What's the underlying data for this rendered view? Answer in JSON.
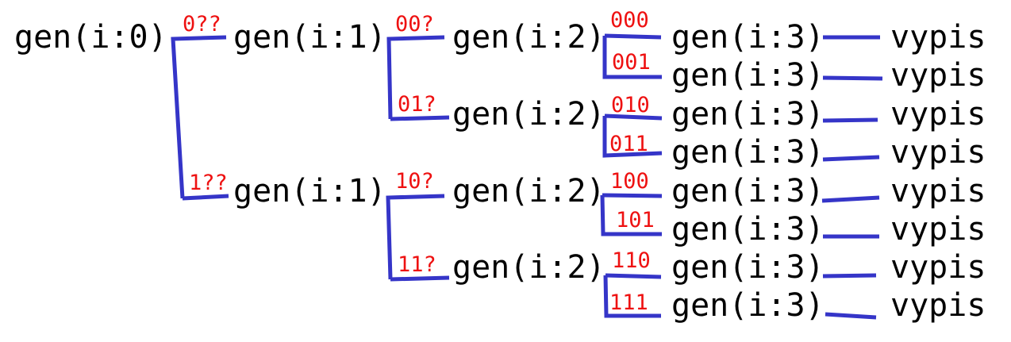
{
  "colors": {
    "edge": "#3535c8",
    "label": "#ee1111",
    "text": "#000000"
  },
  "nodes": [
    {
      "id": "root",
      "text": "gen(i:0)"
    },
    {
      "id": "n0",
      "text": "gen(i:1)"
    },
    {
      "id": "n1",
      "text": "gen(i:1)"
    },
    {
      "id": "n00",
      "text": "gen(i:2)"
    },
    {
      "id": "n01",
      "text": "gen(i:2)"
    },
    {
      "id": "n10",
      "text": "gen(i:2)"
    },
    {
      "id": "n11",
      "text": "gen(i:2)"
    },
    {
      "id": "n000",
      "text": "gen(i:3)"
    },
    {
      "id": "n001",
      "text": "gen(i:3)"
    },
    {
      "id": "n010",
      "text": "gen(i:3)"
    },
    {
      "id": "n011",
      "text": "gen(i:3)"
    },
    {
      "id": "n100",
      "text": "gen(i:3)"
    },
    {
      "id": "n101",
      "text": "gen(i:3)"
    },
    {
      "id": "n110",
      "text": "gen(i:3)"
    },
    {
      "id": "n111",
      "text": "gen(i:3)"
    },
    {
      "id": "v000",
      "text": "vypis"
    },
    {
      "id": "v001",
      "text": "vypis"
    },
    {
      "id": "v010",
      "text": "vypis"
    },
    {
      "id": "v011",
      "text": "vypis"
    },
    {
      "id": "v100",
      "text": "vypis"
    },
    {
      "id": "v101",
      "text": "vypis"
    },
    {
      "id": "v110",
      "text": "vypis"
    },
    {
      "id": "v111",
      "text": "vypis"
    }
  ],
  "edges": [
    {
      "from": "root",
      "to": "n0",
      "label": "0??"
    },
    {
      "from": "root",
      "to": "n1",
      "label": "1??"
    },
    {
      "from": "n0",
      "to": "n00",
      "label": "00?"
    },
    {
      "from": "n0",
      "to": "n01",
      "label": "01?"
    },
    {
      "from": "n1",
      "to": "n10",
      "label": "10?"
    },
    {
      "from": "n1",
      "to": "n11",
      "label": "11?"
    },
    {
      "from": "n00",
      "to": "n000",
      "label": "000"
    },
    {
      "from": "n00",
      "to": "n001",
      "label": "001"
    },
    {
      "from": "n01",
      "to": "n010",
      "label": "010"
    },
    {
      "from": "n01",
      "to": "n011",
      "label": "011"
    },
    {
      "from": "n10",
      "to": "n100",
      "label": "100"
    },
    {
      "from": "n10",
      "to": "n101",
      "label": "101"
    },
    {
      "from": "n11",
      "to": "n110",
      "label": "110"
    },
    {
      "from": "n11",
      "to": "n111",
      "label": "111"
    },
    {
      "from": "n000",
      "to": "v000",
      "label": ""
    },
    {
      "from": "n001",
      "to": "v001",
      "label": ""
    },
    {
      "from": "n010",
      "to": "v010",
      "label": ""
    },
    {
      "from": "n011",
      "to": "v011",
      "label": ""
    },
    {
      "from": "n100",
      "to": "v100",
      "label": ""
    },
    {
      "from": "n101",
      "to": "v101",
      "label": ""
    },
    {
      "from": "n110",
      "to": "v110",
      "label": ""
    },
    {
      "from": "n111",
      "to": "v111",
      "label": ""
    }
  ]
}
